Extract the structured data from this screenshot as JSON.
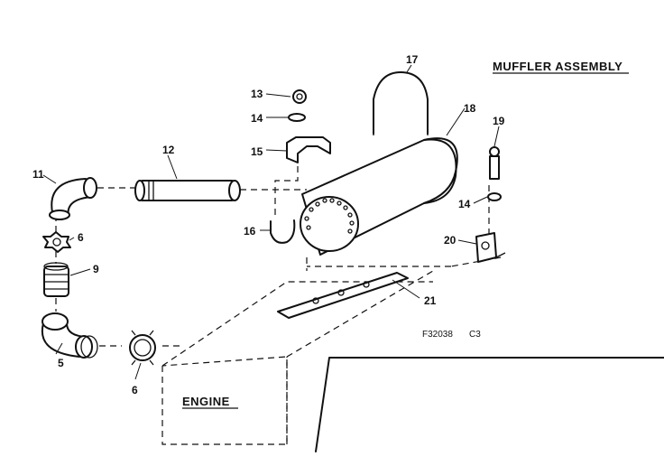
{
  "title": "MUFFLER ASSEMBLY",
  "engine_label": "ENGINE",
  "figure_code": "F32038",
  "figure_rev": "C3",
  "callouts": {
    "p5": "5",
    "p6a": "6",
    "p6b": "6",
    "p9": "9",
    "p11": "11",
    "p12": "12",
    "p13": "13",
    "p14a": "14",
    "p14b": "14",
    "p15": "15",
    "p16": "16",
    "p17": "17",
    "p18": "18",
    "p19": "19",
    "p20": "20",
    "p21": "21"
  }
}
